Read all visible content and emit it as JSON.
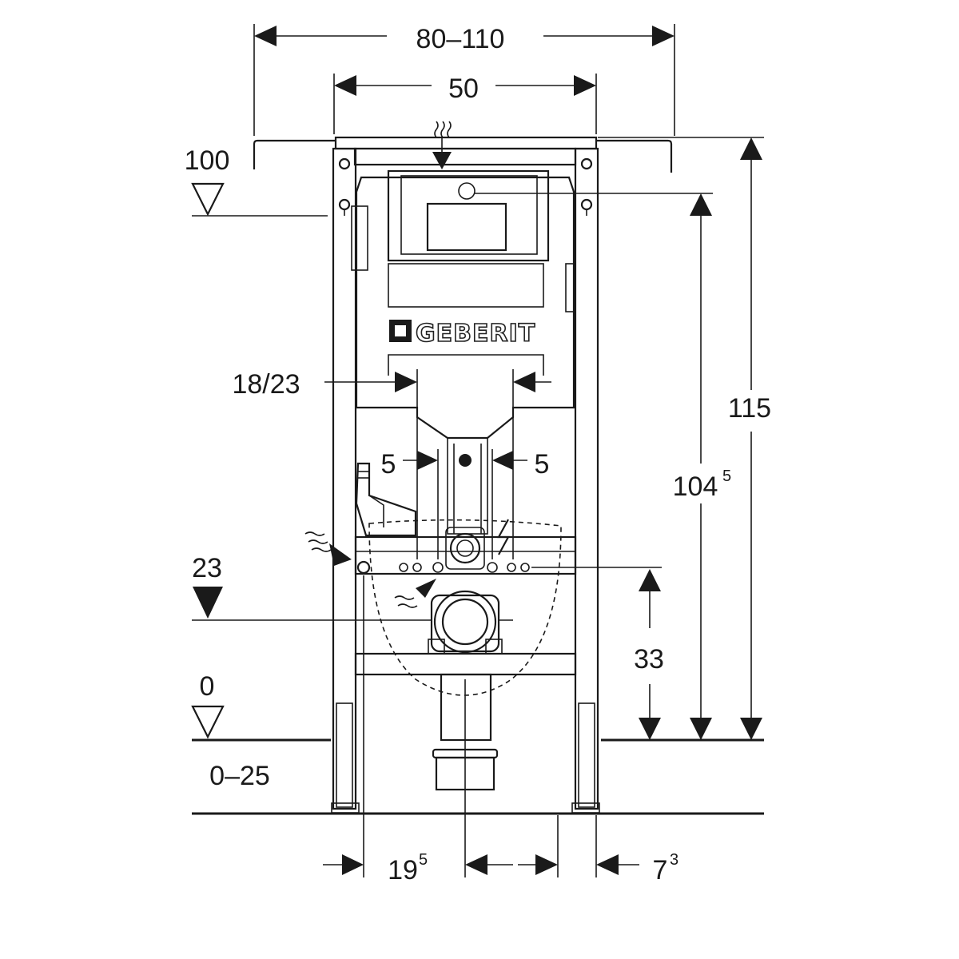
{
  "brand": {
    "logo_text": "GEBERIT"
  },
  "dimensions": {
    "width_range": "80–110",
    "inner_width": "50",
    "offset": "18/23",
    "gap_left": "5",
    "gap_right": "5",
    "height_total": "115",
    "height_flush_main": "104",
    "height_flush_sup": "5",
    "height_outlet": "33",
    "bottom_left_main": "19",
    "bottom_left_sup": "5",
    "bottom_right_main": "7",
    "bottom_right_sup": "3"
  },
  "levels": {
    "top": "100",
    "middle": "23",
    "floor": "0",
    "floor_range": "0–25"
  }
}
